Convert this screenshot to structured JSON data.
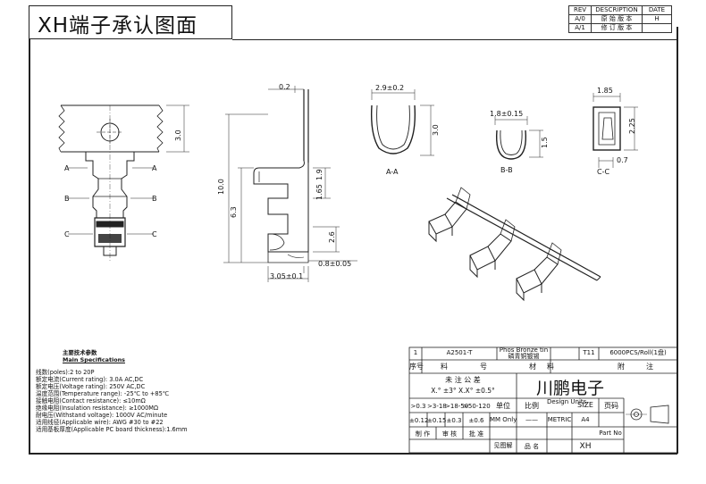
{
  "title": "XH端子承认图面",
  "revision_table": {
    "headers": [
      "REV",
      "DESCRIPTION",
      "DATE"
    ],
    "rows": [
      [
        "A/0",
        "原 始 版 本",
        "H"
      ],
      [
        "A/1",
        "修 订 版 本",
        ""
      ]
    ]
  },
  "section_labels": {
    "a_left": "A",
    "a_right": "A",
    "b_left": "B",
    "b_right": "B",
    "c_left": "C",
    "c_right": "C"
  },
  "dimensions": {
    "front_height": "3.0",
    "side_top": "0.2",
    "side_total": "10.0",
    "side_lower": "6.3",
    "side_slot": "1.65",
    "side_upper": "1.9",
    "side_spring": "2.6",
    "side_offset": "0.8±0.05",
    "side_pitch": "3.05±0.1",
    "aa_width": "2.9±0.2",
    "aa_height": "3.0",
    "bb_width": "1.8±0.15",
    "bb_height": "1.5",
    "cc_width": "1.85",
    "cc_height": "2.25",
    "cc_inner": "0.7"
  },
  "view_labels": {
    "aa": "A-A",
    "bb": "B-B",
    "cc": "C-C"
  },
  "specifications": {
    "title_cn": "主要技术参数",
    "title_en": "Main Specifications",
    "lines": [
      "线数(poles):2 to 20P",
      "额定电流(Current rating): 3.0A AC,DC",
      "额定电压(Voltage rating): 250V AC,DC",
      "温度范围(Temperature range): -25℃ to +85℃",
      "接触电阻(Contact resistance): ≤10mΩ",
      "绝缘电阻(Insulation resistance): ≥1000MΩ",
      "耐电压(Withstand voltage): 1000V AC/minute",
      "适用线径(Applicable wire): AWG #30 to #22",
      "适用基板厚度(Applicable PC board thickness):1.6mm"
    ]
  },
  "title_block": {
    "row1": {
      "no": "1",
      "part": "A2501-T",
      "material": "Phos Bronze tin",
      "material2": "磷青铜镀锡",
      "qty": "T11",
      "note": "6000PCS/Roll(1盘)"
    },
    "row2": [
      "序号",
      "料",
      "号",
      "材",
      "料",
      "附",
      "注"
    ],
    "tolerance_title": "未 注 公 差",
    "tolerance_main": "X.° ±3° X.X° ±0.5°",
    "tol_ranges": [
      ">0.3",
      ">3-18",
      ">18-50",
      ">50-120"
    ],
    "tol_values": [
      "±0.12",
      "±0.15",
      "±0.3",
      "±0.6"
    ],
    "unit_label": "单位",
    "scale_label": "比例",
    "unit_value": "MM Only",
    "scale_value": "——",
    "company": "川鹏电子",
    "design_units_label": "Design Units",
    "design_units_value": "METRIC",
    "size_label": "SIZE",
    "size_value": "A4",
    "page_label": "页码",
    "part_no_label": "Part No",
    "made_by": "制 作",
    "reviewed": "审 核",
    "approved": "批 准",
    "drawing_label": "见图解",
    "name_label": "品 名",
    "name_value": "XH"
  }
}
